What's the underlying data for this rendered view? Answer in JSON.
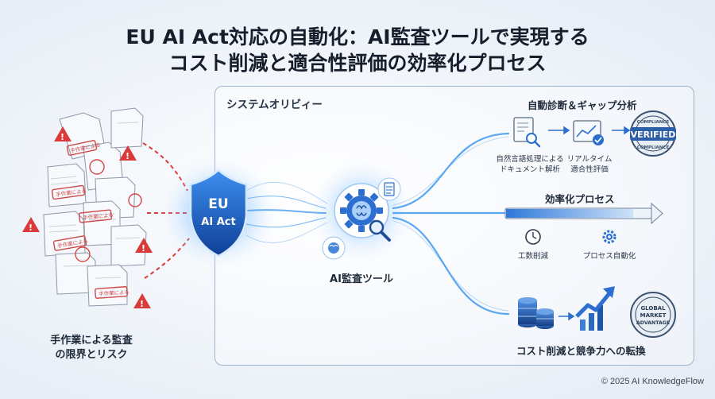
{
  "title": {
    "line1": "EU AI Act対応の自動化：AI監査ツールで実現する",
    "line2": "コスト削減と適合性評価の効率化プロセス"
  },
  "risk": {
    "stamp_label": "手作業による",
    "caption_line1": "手作業による監査",
    "caption_line2": "の限界とリスク"
  },
  "shield": {
    "line1": "EU",
    "line2": "AI Act"
  },
  "system": {
    "title": "システムオリビィー",
    "ai_tool_label": "AI監査ツール"
  },
  "diagnosis": {
    "title": "自動診断＆ギャップ分析",
    "step1_line1": "自然言語処理による",
    "step1_line2": "ドキュメント解析",
    "step2_line1": "リアルタイム",
    "step2_line2": "適合性評価",
    "badge_top": "COMPLIANCE",
    "badge_main": "VERIFIED",
    "badge_bottom": "COMPLIANCE"
  },
  "efficiency": {
    "title": "効率化プロセス",
    "progress": 0.88,
    "item1": "工数削減",
    "item2": "プロセス自動化"
  },
  "cost": {
    "title": "コスト削減と競争力への転換",
    "badge_line1": "GLOBAL",
    "badge_line2": "MARKET",
    "badge_line3": "ADVANTAGE"
  },
  "copyright": "© 2025 AI KnowledgeFlow",
  "colors": {
    "accent": "#2f7fe0",
    "danger": "#d93a3a",
    "dark": "#1b2433"
  },
  "icons": [
    "warning-icon",
    "document-icon",
    "shield-icon",
    "gear-brain-icon",
    "magnifier-icon",
    "chart-check-icon",
    "clock-icon",
    "gear-icon",
    "coins-icon",
    "growth-arrow-icon"
  ]
}
